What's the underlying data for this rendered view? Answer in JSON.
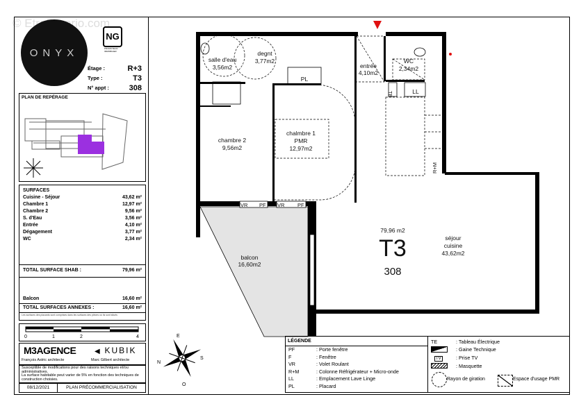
{
  "watermark": "© EtreProprio.com",
  "brand": {
    "logo": "ONYX",
    "promoter_logo": "NG",
    "promoter_sub": "PROMOTEUR IMMOBILIER"
  },
  "info": [
    {
      "label": "Étage :",
      "value": "R+3"
    },
    {
      "label": "Type :",
      "value": "T3"
    },
    {
      "label": "N° appt :",
      "value": "308"
    }
  ],
  "locator": {
    "title": "PLAN DE REPÉRAGE",
    "highlight_color": "#9b30e0"
  },
  "surfaces": {
    "title": "SURFACES",
    "unit": "m²",
    "items": [
      {
        "label": "Cuisine - Séjour",
        "value": "43,62"
      },
      {
        "label": "Chambre 1",
        "value": "12,97"
      },
      {
        "label": "Chambre 2",
        "value": "9,56"
      },
      {
        "label": "S. d'Eau",
        "value": "3,56"
      },
      {
        "label": "Entrée",
        "value": "4,10"
      },
      {
        "label": "Dégagement",
        "value": "3,77"
      },
      {
        "label": "WC",
        "value": "2,34"
      }
    ],
    "total_label": "TOTAL SURFACE SHAB :",
    "total_value": "79,96",
    "annex": [
      {
        "label": "Balcon",
        "value": "16,60"
      }
    ],
    "annex_total_label": "TOTAL SURFACES ANNEXES :",
    "annex_total_value": "16,60",
    "note": "Les surfaces des placards sont comprises dans les surfaces des pièces où ils sont situés"
  },
  "scale": {
    "ticks": [
      "0",
      "1",
      "2",
      "4"
    ]
  },
  "architects": [
    {
      "logo": "M3AGENCE",
      "name": "François Astric architecte"
    },
    {
      "logo": "KUBIK",
      "name": "Marc Gilbert architecte"
    }
  ],
  "disclaimer": [
    "Susceptible de modifications pour des raisons techniques et/ou administratives.",
    "La surface habitable peut varier de 5% en fonction des techniques de construction choisies."
  ],
  "footer": {
    "date": "08/12/2021",
    "label": "PLAN PRÉCOMMERCIALISATION"
  },
  "rooms": {
    "sde": [
      "salle d'eau",
      "3,56m2"
    ],
    "degnt": [
      "degnt",
      "3,77m2"
    ],
    "entree": [
      "entrée",
      "4,10m2"
    ],
    "wc": [
      "WC",
      "2,34m2"
    ],
    "ch2": [
      "chambre 2",
      "9,56m2"
    ],
    "ch1": [
      "chalmbre 1",
      "PMR",
      "12,97m2"
    ],
    "balcon": [
      "balcon",
      "16,60m2"
    ],
    "sejour": [
      "séjour",
      "cuisine",
      "43,62m2"
    ]
  },
  "plan_labels": {
    "pl": "PL",
    "ll": "LL",
    "te": "TE",
    "rm": "R+M",
    "vr": "VR",
    "pf": "PF"
  },
  "apartment": {
    "area": "79,96 m2",
    "type": "T3",
    "number": "308"
  },
  "compass": {
    "n": "N",
    "s": "S",
    "e": "E",
    "o": "O"
  },
  "legend": {
    "title": "LÉGENDE",
    "items": [
      {
        "k": "PF",
        "v": ": Porte fenêtre"
      },
      {
        "k": "F",
        "v": ": Fenêtre"
      },
      {
        "k": "VR",
        "v": ": Volet Roulant"
      },
      {
        "k": "R+M",
        "v": ": Colonne Réfrigérateur + Micro-onde"
      },
      {
        "k": "LL",
        "v": ": Emplacement Lave Linge"
      },
      {
        "k": "PL",
        "v": ": Placard"
      }
    ],
    "symbols": [
      {
        "k": "TE",
        "v": ": Tableau Électrique"
      },
      {
        "k": "",
        "v": ": Gaine Technique"
      },
      {
        "k": "TV",
        "v": ": Prise TV"
      },
      {
        "k": "",
        "v": ": Masquette"
      }
    ],
    "giration": "Rayon de giration",
    "pmr": "Espace d'usage PMR"
  },
  "colors": {
    "entry_marker": "#e01010",
    "balcony": "#e4e4e4"
  }
}
